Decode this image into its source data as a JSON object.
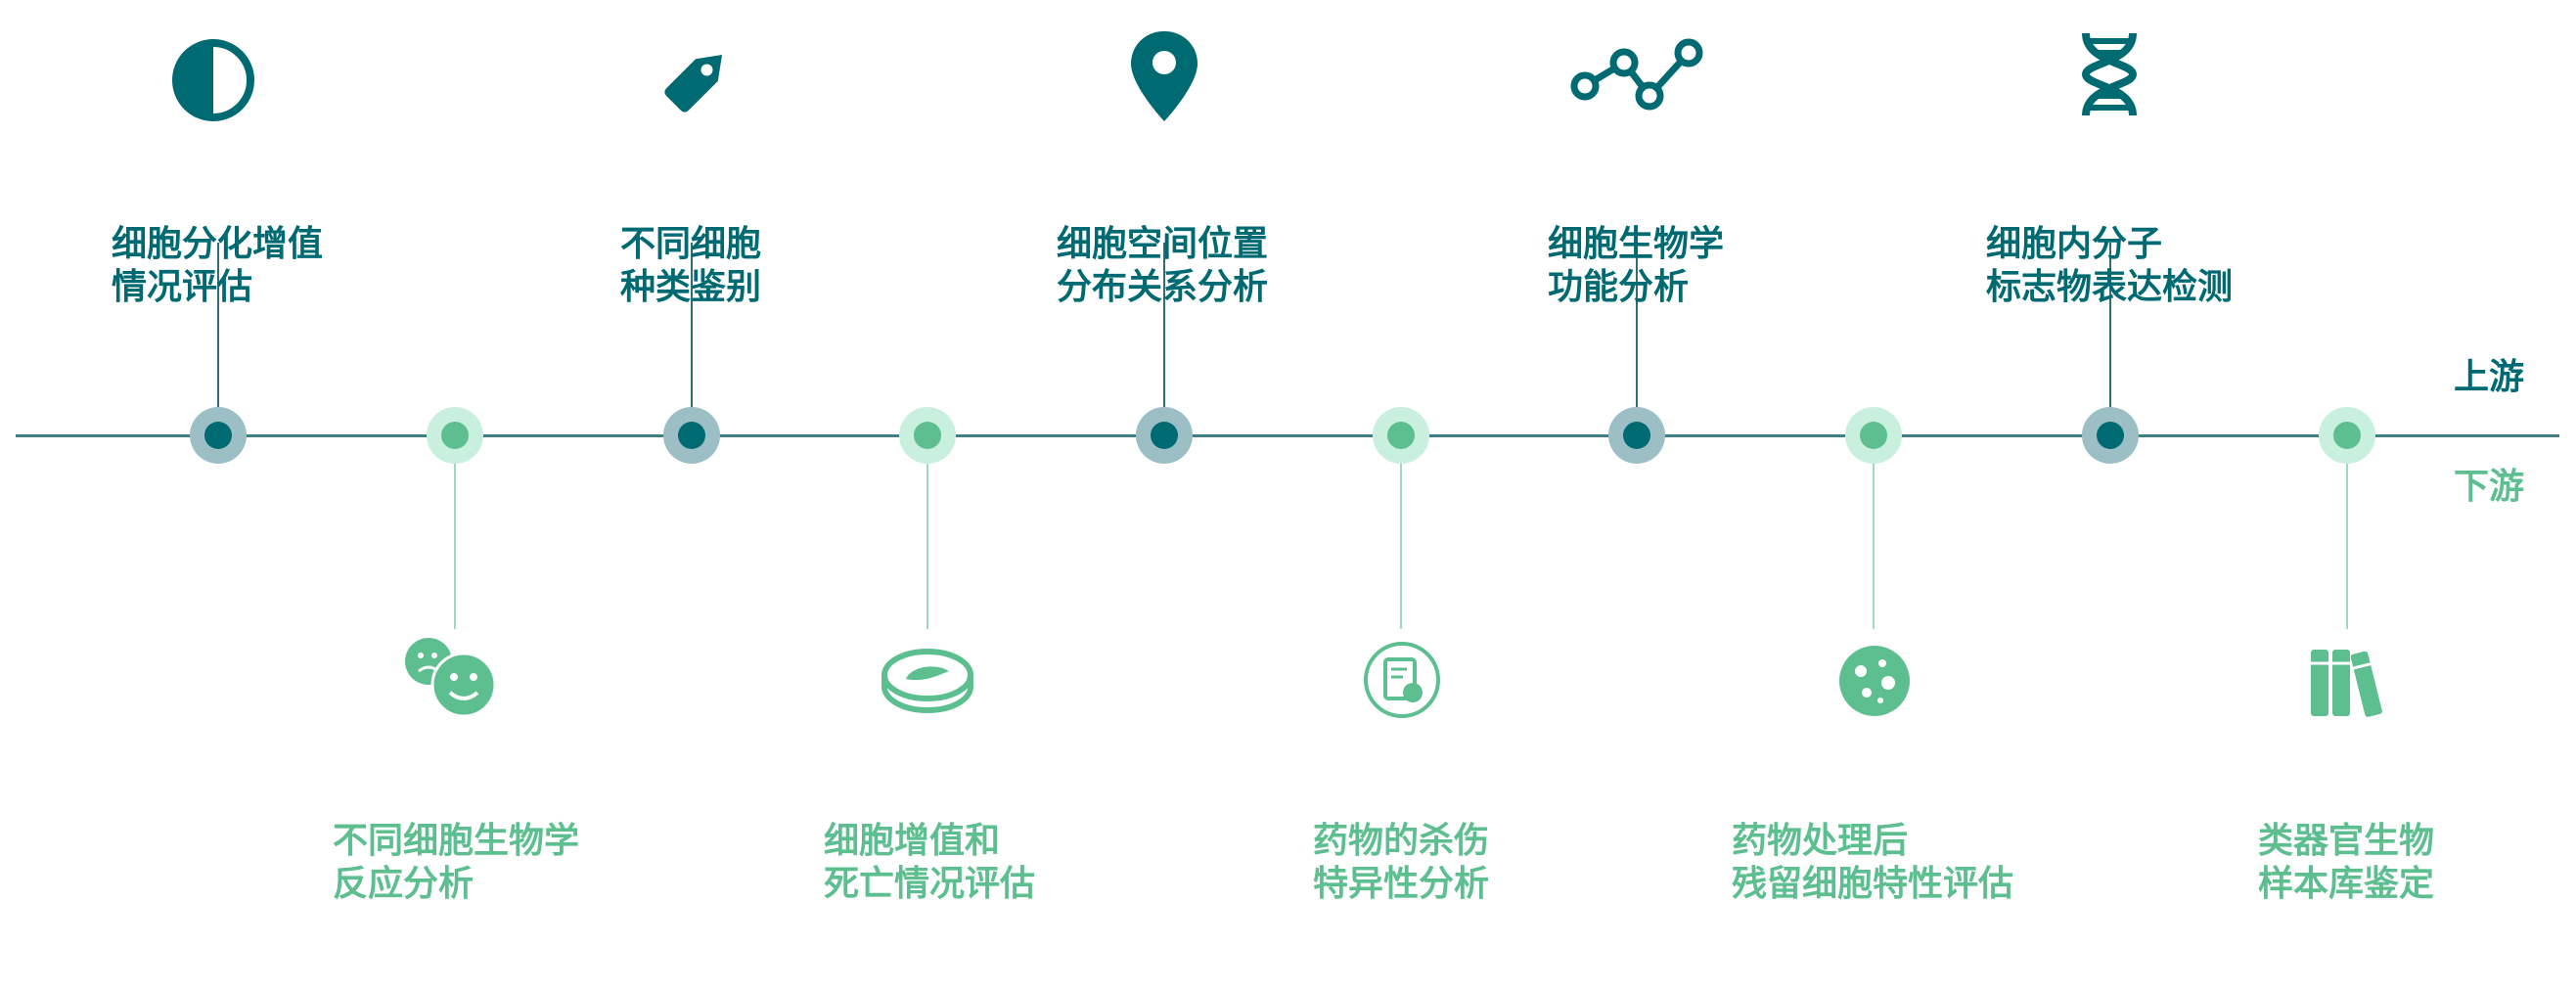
{
  "side_labels": {
    "upstream": "上游",
    "downstream": "下游"
  },
  "colors": {
    "upstream": "#006a73",
    "downstream": "#5dbf8f",
    "axis": "#3f7f86"
  },
  "upstream_items": [
    {
      "line1": "细胞分化增值",
      "line2": "情况评估",
      "icon": "contrast-circle-icon"
    },
    {
      "line1": "不同细胞",
      "line2": "种类鉴别",
      "icon": "tag-icon"
    },
    {
      "line1": "细胞空间位置",
      "line2": "分布关系分析",
      "icon": "map-pin-icon"
    },
    {
      "line1": "细胞生物学",
      "line2": "功能分析",
      "icon": "line-chart-icon"
    },
    {
      "line1": "细胞内分子",
      "line2": "标志物表达检测",
      "icon": "dna-icon"
    }
  ],
  "downstream_items": [
    {
      "line1": "不同细胞生物学",
      "line2": "反应分析",
      "icon": "faces-icon"
    },
    {
      "line1": "细胞增值和",
      "line2": "死亡情况评估",
      "icon": "petri-dish-icon"
    },
    {
      "line1": "药物的杀伤",
      "line2": "特异性分析",
      "icon": "drug-report-icon"
    },
    {
      "line1": "药物处理后",
      "line2": "残留细胞特性评估",
      "icon": "cell-colony-icon"
    },
    {
      "line1": "类器官生物",
      "line2": "样本库鉴定",
      "icon": "books-icon"
    }
  ]
}
